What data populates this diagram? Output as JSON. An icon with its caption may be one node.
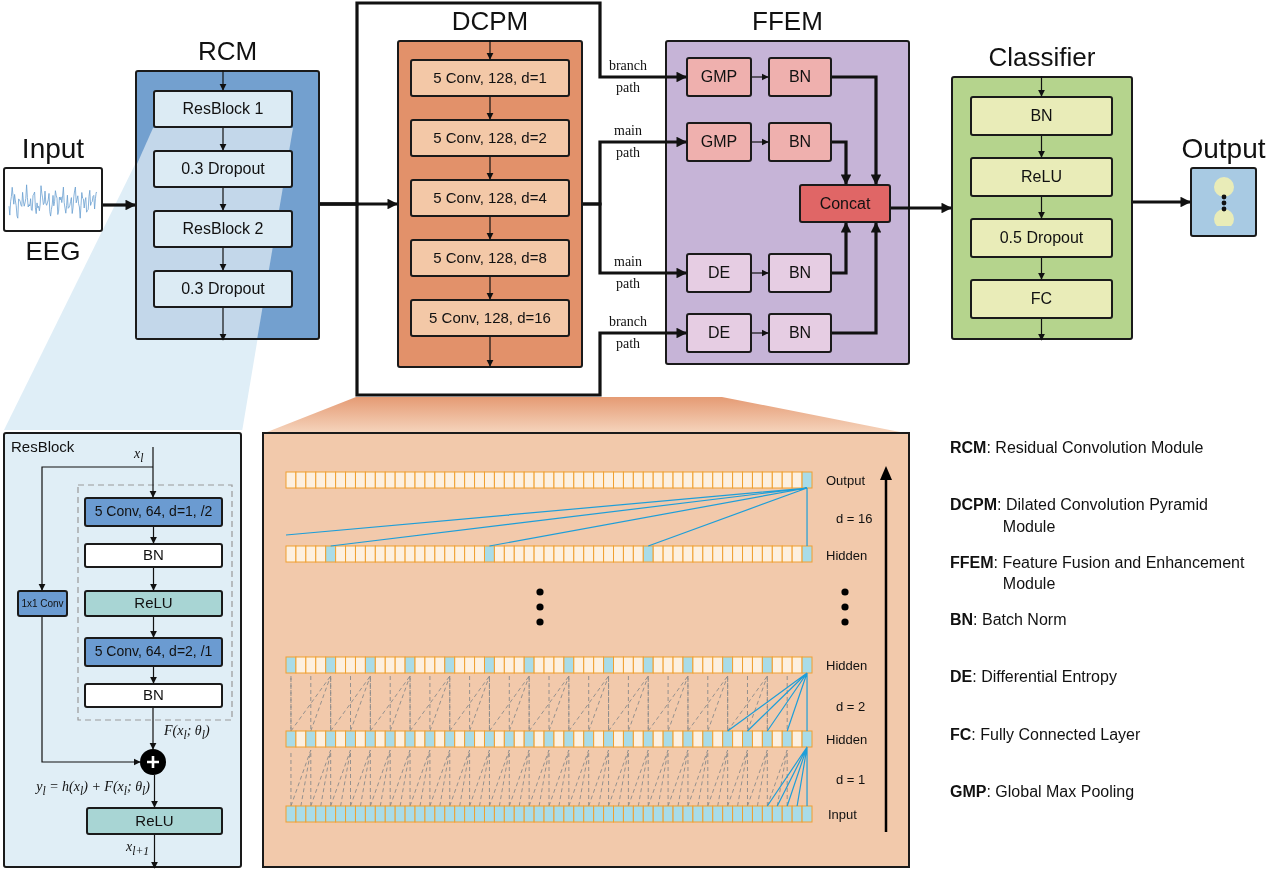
{
  "diagram": {
    "nodes": [
      {
        "text": [
          "Input"
        ],
        "beside": [
          "EEG"
        ]
      },
      {
        "text": [
          "RCM"
        ]
      },
      {
        "text": [
          "ResBlock 1"
        ],
        "in": 1
      },
      {
        "text": [
          "0.3 Dropout"
        ],
        "in": 1
      },
      {
        "text": [
          "ResBlock 2"
        ],
        "in": 1
      },
      {
        "text": [
          "0.3 Dropout"
        ],
        "in": 1
      },
      {
        "text": [
          "DCPM"
        ]
      },
      {
        "text": [
          "5 Conv, 128, d=1"
        ],
        "in": 6
      },
      {
        "text": [
          "5 Conv, 128, d=2"
        ],
        "in": 6
      },
      {
        "text": [
          "5 Conv, 128, d=4"
        ],
        "in": 6
      },
      {
        "text": [
          "5 Conv, 128, d=8"
        ],
        "in": 6
      },
      {
        "text": [
          "5 Conv, 128, d=16"
        ],
        "in": 6
      },
      {
        "text": [
          "FFEM"
        ]
      },
      {
        "text": [
          "GMP"
        ],
        "in": 12
      },
      {
        "text": [
          "BN"
        ],
        "in": 12
      },
      {
        "text": [
          "GMP"
        ],
        "in": 12
      },
      {
        "text": [
          "BN"
        ],
        "in": 12
      },
      {
        "text": [
          "Concat"
        ],
        "in": 12
      },
      {
        "text": [
          "DE"
        ],
        "in": 12
      },
      {
        "text": [
          "BN"
        ],
        "in": 12
      },
      {
        "text": [
          "DE"
        ],
        "in": 12
      },
      {
        "text": [
          "BN"
        ],
        "in": 12
      },
      {
        "text": [
          "Classifier"
        ]
      },
      {
        "text": [
          "BN"
        ],
        "in": 22
      },
      {
        "text": [
          "ReLU"
        ],
        "in": 22
      },
      {
        "text": [
          "0.5 Dropout"
        ],
        "in": 22
      },
      {
        "text": [
          "FC"
        ],
        "in": 22
      },
      {
        "text": [
          "Output"
        ]
      },
      {
        "text": [
          "ResBlock"
        ]
      },
      {
        "text": [
          "5 Conv, 64, d=1, /2"
        ],
        "in": 28
      },
      {
        "text": [
          "BN"
        ],
        "in": 28
      },
      {
        "text": [
          "ReLU"
        ],
        "in": 28
      },
      {
        "text": [
          "5 Conv, 64, d=2, /1"
        ],
        "in": 28
      },
      {
        "text": [
          "BN"
        ],
        "in": 28
      },
      {
        "text": [
          "1x1 Conv"
        ],
        "in": 28
      },
      {
        "text": [],
        "shape": "circle",
        "in": 28
      },
      {
        "text": [
          "ReLU"
        ],
        "in": 28
      },
      {
        "text": [],
        "shape": "box"
      }
    ],
    "edges": [
      {
        "from": 0,
        "to": 1,
        "arrow": "to",
        "style": "thick"
      },
      {
        "from": null,
        "to": 2,
        "arrow": "to"
      },
      {
        "from": 2,
        "to": 3,
        "arrow": "to"
      },
      {
        "from": 3,
        "to": 4,
        "arrow": "to"
      },
      {
        "from": 4,
        "to": 5,
        "arrow": "to"
      },
      {
        "from": 5,
        "to": null,
        "arrow": "to"
      },
      {
        "from": 1,
        "to": 6,
        "arrow": "to",
        "style": "thick"
      },
      {
        "from": 1,
        "to": 13,
        "arrow": "to",
        "label": "branch path",
        "style": "thick"
      },
      {
        "from": 1,
        "to": 20,
        "arrow": "to",
        "label": "branch path",
        "style": "thick"
      },
      {
        "from": null,
        "to": 7,
        "arrow": "to"
      },
      {
        "from": 7,
        "to": 8,
        "arrow": "to"
      },
      {
        "from": 8,
        "to": 9,
        "arrow": "to"
      },
      {
        "from": 9,
        "to": 10,
        "arrow": "to"
      },
      {
        "from": 10,
        "to": 11,
        "arrow": "to"
      },
      {
        "from": 11,
        "to": null,
        "arrow": "to"
      },
      {
        "from": 6,
        "to": 15,
        "arrow": "to",
        "label": "main path",
        "style": "thick"
      },
      {
        "from": 6,
        "to": 18,
        "arrow": "to",
        "label": "main path",
        "style": "thick"
      },
      {
        "from": 13,
        "to": 14,
        "arrow": "to"
      },
      {
        "from": 15,
        "to": 16,
        "arrow": "to"
      },
      {
        "from": 18,
        "to": 19,
        "arrow": "to"
      },
      {
        "from": 20,
        "to": 21,
        "arrow": "to"
      },
      {
        "from": 14,
        "to": 17,
        "arrow": "to",
        "style": "thick"
      },
      {
        "from": 16,
        "to": 17,
        "arrow": "to",
        "style": "thick"
      },
      {
        "from": 19,
        "to": 17,
        "arrow": "to",
        "style": "thick"
      },
      {
        "from": 21,
        "to": 17,
        "arrow": "to",
        "style": "thick"
      },
      {
        "from": 17,
        "to": 22,
        "arrow": "to",
        "style": "thick"
      },
      {
        "from": null,
        "to": 23,
        "arrow": "to"
      },
      {
        "from": 23,
        "to": 24,
        "arrow": "to"
      },
      {
        "from": 24,
        "to": 25,
        "arrow": "to"
      },
      {
        "from": 25,
        "to": 26,
        "arrow": "to"
      },
      {
        "from": 26,
        "to": null,
        "arrow": "to"
      },
      {
        "from": 22,
        "to": 27,
        "arrow": "to",
        "style": "thick"
      },
      {
        "from": null,
        "to": 29,
        "arrow": "to",
        "label": "x$_{l}$"
      },
      {
        "from": null,
        "to": 34,
        "arrow": "to"
      },
      {
        "from": 29,
        "to": 30,
        "arrow": "to"
      },
      {
        "from": 30,
        "to": 31,
        "arrow": "to"
      },
      {
        "from": 31,
        "to": 32,
        "arrow": "to"
      },
      {
        "from": 32,
        "to": 33,
        "arrow": "to"
      },
      {
        "from": 33,
        "to": 35,
        "arrow": "to",
        "label": "F(x$_{l}$; θ$_{l}$)"
      },
      {
        "from": 34,
        "to": 35,
        "arrow": "to"
      },
      {
        "from": 35,
        "to": 36,
        "arrow": "to",
        "label": "y$_{l}$ = h(x$_{l}$) + F(x$_{l}$; θ$_{l}$)"
      },
      {
        "from": 36,
        "to": null,
        "arrow": "to",
        "label": "x$_{l+1}$"
      }
    ],
    "labels": [
      "Output",
      "d = 16",
      "Hidden",
      "Hidden",
      "d = 2",
      "Hidden",
      "d = 1",
      "Input",
      "**RCM**: Residual Convolution Module",
      "**DCPM**: Dilated Convolution Pyramid Module",
      "**FFEM**: Feature Fusion and Enhancement Module",
      "**BN**: Batch Norm",
      "**DE**: Differential Entropy",
      "**FC**: Fully Connected Layer",
      "**GMP**: Global Max Pooling"
    ]
  }
}
